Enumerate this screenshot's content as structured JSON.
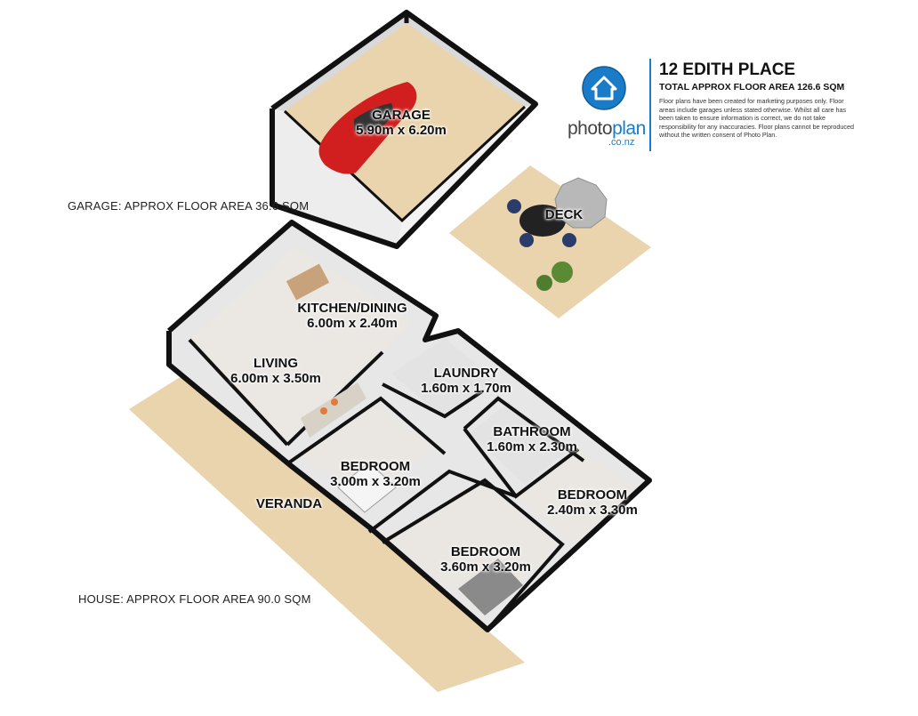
{
  "header": {
    "title": "12 EDITH PLACE",
    "total_area": "TOTAL APPROX FLOOR AREA 126.6 SQM",
    "disclaimer": "Floor plans have been created for marketing purposes only. Floor areas include garages unless stated otherwise. Whilst all care has been taken to ensure information is correct, we do not take responsibility for any inaccuracies. Floor plans cannot be reproduced without the written consent of Photo Plan."
  },
  "logo": {
    "word_a": "photo",
    "word_b": "plan",
    "sub": ".co.nz",
    "icon": "house-in-circle-icon"
  },
  "area_notes": {
    "garage": "GARAGE: APPROX FLOOR AREA 36.6 SQM",
    "house": "HOUSE: APPROX FLOOR AREA 90.0 SQM"
  },
  "rooms": {
    "garage": {
      "name": "GARAGE",
      "size": "5.90m x 6.20m"
    },
    "deck": {
      "name": "DECK"
    },
    "kitchen_dining": {
      "name": "KITCHEN/DINING",
      "size": "6.00m x 2.40m"
    },
    "living": {
      "name": "LIVING",
      "size": "6.00m x 3.50m"
    },
    "laundry": {
      "name": "LAUNDRY",
      "size": "1.60m x 1.70m"
    },
    "bathroom": {
      "name": "BATHROOM",
      "size": "1.60m x 2.30m"
    },
    "bedroom_1": {
      "name": "BEDROOM",
      "size": "3.00m x 3.20m"
    },
    "bedroom_2": {
      "name": "BEDROOM",
      "size": "2.40m x 3.30m"
    },
    "bedroom_3": {
      "name": "BEDROOM",
      "size": "3.60m x 3.20m"
    },
    "veranda": {
      "name": "VERANDA"
    }
  },
  "colors": {
    "floor_tan": "#e9d4ad",
    "wall_dark": "#111111",
    "wall_face": "#e6e6e6",
    "brand_blue": "#1a7cc8",
    "car_red": "#d11f1f"
  }
}
